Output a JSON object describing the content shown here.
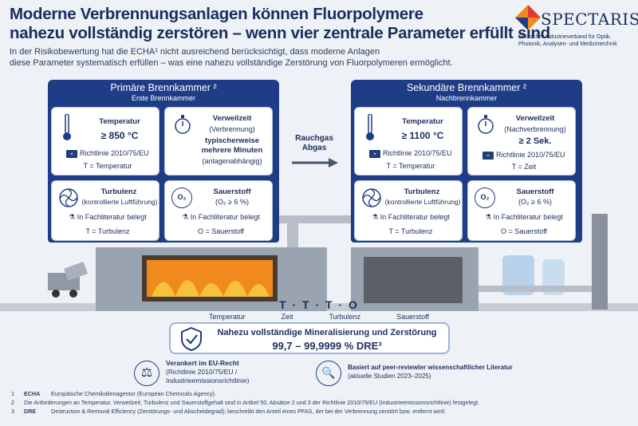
{
  "header": {
    "title_line1": "Moderne Verbrennungsanlagen können Fluorpolymere",
    "title_line2": "nahezu vollständig zerstören – wenn vier zentrale Parameter erfüllt sind",
    "subtitle_line1": "In der Risikobewertung hat die ECHA¹ nicht ausreichend berücksichtigt, dass moderne Anlagen",
    "subtitle_line2": "diese Parameter systematisch erfüllen – was eine nahezu vollständige Zerstörung von Fluorpolymeren ermöglicht."
  },
  "logo": {
    "name": "SPECTARIS",
    "tagline": "Deutscher Industrieverband für Optik, Photonik, Analysen- und Medizintechnik"
  },
  "primary": {
    "heading": "Primäre Brennkammer ²",
    "subheading": "Erste Brennkammer",
    "temp_label": "Temperatur",
    "temp_value": "≥ 850 °C",
    "temp_directive": "Richtlinie 2010/75/EU",
    "temp_key": "T = Temperatur",
    "dwell_label": "Verweilzeit",
    "dwell_sub": "(Verbrennung)",
    "dwell_value_1": "typischerweise",
    "dwell_value_2": "mehrere Minuten",
    "dwell_note": "(anlagenabhängig)",
    "turb_label": "Turbulenz",
    "turb_sub": "(kontrollierte Luftführung)",
    "turb_lit": "In Fachliteratur belegt",
    "turb_key": "T = Turbulenz",
    "oxy_label": "Sauerstoff",
    "oxy_sub": "(O₂ ≥ 6 %)",
    "oxy_lit": "In Fachliteratur belegt",
    "oxy_key": "O = Sauerstoff"
  },
  "flow": {
    "label_1": "Rauchgas",
    "label_2": "Abgas"
  },
  "secondary": {
    "heading": "Sekundäre Brennkammer ²",
    "subheading": "Nachbrennkammer",
    "temp_label": "Temperatur",
    "temp_value": "≥ 1100 °C",
    "temp_directive": "Richtlinie 2010/75/EU",
    "temp_key": "T = Temperatur",
    "dwell_label": "Verweilzeit",
    "dwell_sub": "(Nachverbrennung)",
    "dwell_value": "≥ 2 Sek.",
    "dwell_directive": "Richtlinie 2010/75/EU",
    "dwell_key": "T = Zeit",
    "turb_label": "Turbulenz",
    "turb_sub": "(kontrollierte Luftführung)",
    "turb_lit": "In Fachliteratur belegt",
    "turb_key": "T = Turbulenz",
    "oxy_label": "Sauerstoff",
    "oxy_sub": "(O₂ ≥ 6 %)",
    "oxy_lit": "In Fachliteratur belegt",
    "oxy_key": "O = Sauerstoff"
  },
  "tztto": {
    "letters": "T · T · T · O",
    "l1": "Temperatur",
    "l2": "Zeit",
    "l3": "Turbulenz",
    "l4": "Sauerstoff"
  },
  "result": {
    "line1": "Nahezu vollständige Mineralisierung und Zerstörung",
    "line2": "99,7 – 99,9999 % DRE³"
  },
  "basis": {
    "eu_title": "Verankert im EU-Recht",
    "eu_sub1": "(Richtlinie 2010/75/EU /",
    "eu_sub2": "Industrieemissionsrichtlinie)",
    "lit_title": "Basiert auf peer-reviewter wissenschaftlicher Literatur",
    "lit_sub": "(aktuelle Studien 2023–2025)"
  },
  "footnotes": [
    {
      "num": "1",
      "term": "ECHA",
      "text": "Europäische Chemikalienagentur (European Chemicals Agency)."
    },
    {
      "num": "2",
      "term": "",
      "text": "Die Anforderungen an Temperatur, Verweilzeit, Turbulenz und Sauerstoffgehalt sind in Artikel 50, Absätze 2 und 3 der Richtlinie 2010/75/EU (Industrieemissionsrichtlinie) festgelegt."
    },
    {
      "num": "3",
      "term": "DRE",
      "text": "Destruction & Removal Efficiency (Zerstörungs- und Abscheidegrad); beschreibt den Anteil eines PFAS, der bei der Verbrennung zerstört bzw. entfernt wird."
    }
  ],
  "colors": {
    "navy": "#1f3d87",
    "fire": "#f08a1c",
    "eu_star": "#f5c400"
  }
}
